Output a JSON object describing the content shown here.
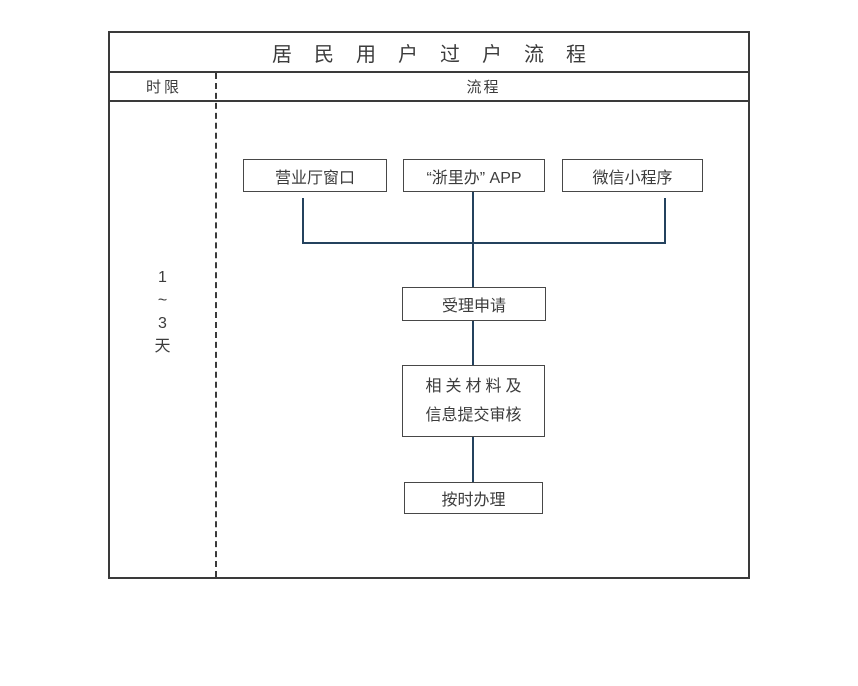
{
  "diagram": {
    "title": "居民用户过户流程",
    "table": {
      "time_column_header": "时限",
      "process_column_header": "流程"
    },
    "time_limit": {
      "lines": [
        "1",
        "~",
        "3",
        "天"
      ]
    },
    "channels": [
      {
        "label": "营业厅窗口"
      },
      {
        "label": "“浙里办” APP"
      },
      {
        "label": "微信小程序"
      }
    ],
    "steps": [
      {
        "label": "受理申请"
      },
      {
        "label_line1": "相关材料及",
        "label_line2": "信息提交审核"
      },
      {
        "label": "按时办理"
      }
    ]
  },
  "colors": {
    "frame_line": "#3a3a3a",
    "box_border": "#474747",
    "connector_line": "#24425e",
    "text": "#3c3c3c",
    "background": "#ffffff"
  }
}
